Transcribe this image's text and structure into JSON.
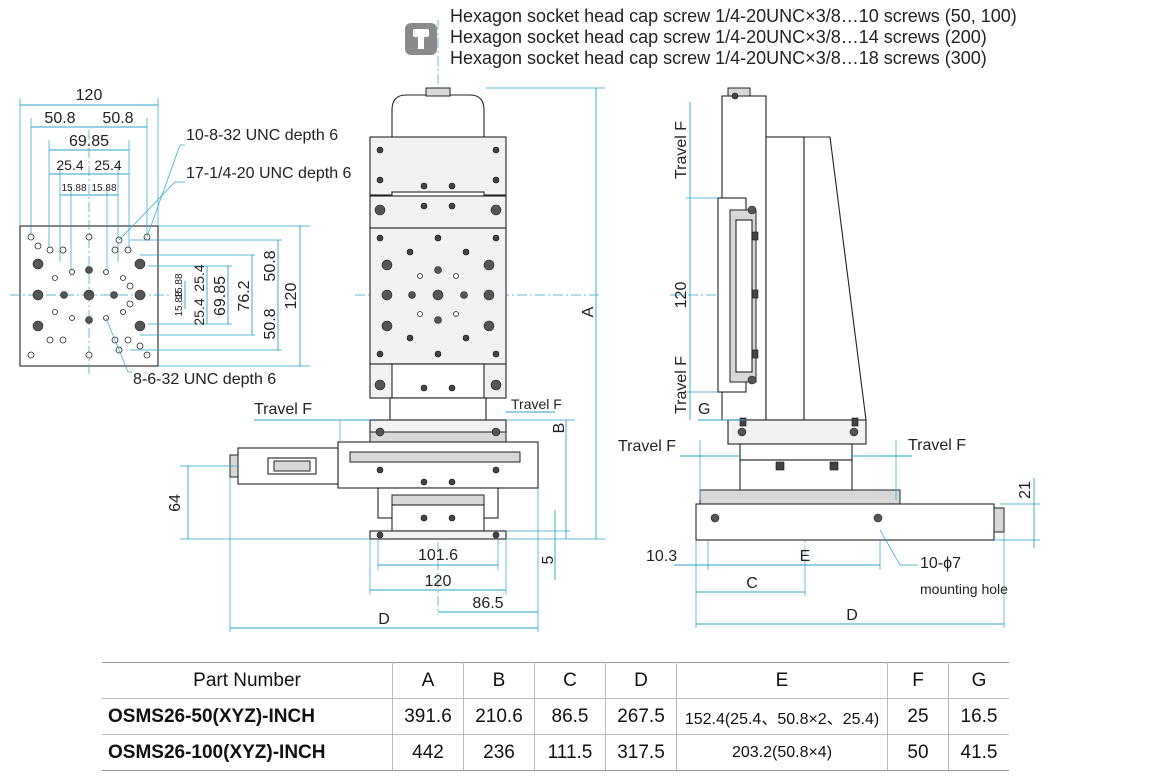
{
  "notes": {
    "lines": [
      "Hexagon socket head cap screw 1/4-20UNC×3/8…10 screws (50, 100)",
      "Hexagon socket head cap screw 1/4-20UNC×3/8…14 screws (200)",
      "Hexagon socket head cap screw 1/4-20UNC×3/8…18 screws (300)"
    ],
    "icon": "screw-icon"
  },
  "top_view": {
    "dims_h": [
      "120",
      "50.8",
      "50.8",
      "69.85",
      "25.4",
      "25.4",
      "15.88",
      "15.88"
    ],
    "dims_v": [
      "120",
      "50.8",
      "50.8",
      "76.2",
      "69.85",
      "25.4",
      "25.4",
      "15.88",
      "15.88"
    ],
    "callouts": [
      "10-8-32 UNC depth 6",
      "17-1/4-20 UNC depth 6",
      "8-6-32 UNC depth 6"
    ]
  },
  "front_view": {
    "labels": {
      "A": "A",
      "B": "B",
      "D": "D",
      "h64": "64",
      "h5": "5",
      "w101": "101.6",
      "w120": "120",
      "w86": "86.5",
      "travel1": "Travel F",
      "travel2": "Travel F"
    }
  },
  "side_view": {
    "labels": {
      "travel_v1": "Travel F",
      "travel_v2": "Travel F",
      "v120": "120",
      "G": "G",
      "travel_l": "Travel F",
      "travel_r": "Travel F",
      "h21": "21",
      "w103": "10.3",
      "E": "E",
      "C": "C",
      "D": "D",
      "hole": "10-ϕ7",
      "hole_sub": "mounting hole"
    }
  },
  "table": {
    "headers": [
      "Part Number",
      "A",
      "B",
      "C",
      "D",
      "E",
      "F",
      "G"
    ],
    "rows": [
      {
        "part": "OSMS26-50(XYZ)-INCH",
        "A": "391.6",
        "B": "210.6",
        "C": "86.5",
        "D": "267.5",
        "E": "152.4(25.4、50.8×2、25.4)",
        "F": "25",
        "G": "16.5"
      },
      {
        "part": "OSMS26-100(XYZ)-INCH",
        "A": "442",
        "B": "236",
        "C": "111.5",
        "D": "317.5",
        "E": "203.2(50.8×4)",
        "F": "50",
        "G": "41.5"
      }
    ]
  }
}
